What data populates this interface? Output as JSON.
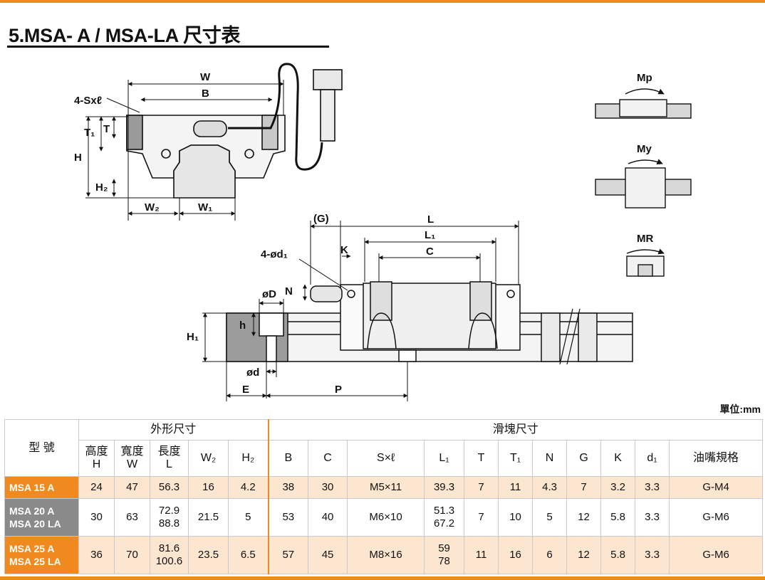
{
  "title": "5.MSA- A / MSA-LA 尺寸表",
  "unit": "單位:mm",
  "dims": {
    "W": "W",
    "B": "B",
    "Sxl": "4-Sxℓ",
    "T1": "T₁",
    "T": "T",
    "H": "H",
    "H2": "H₂",
    "W2": "W₂",
    "W1": "W₁",
    "G": "(G)",
    "L": "L",
    "L1": "L₁",
    "K": "K",
    "C": "C",
    "d1": "4-ød₁",
    "D": "øD",
    "N": "N",
    "H1": "H₁",
    "h": "h",
    "d": "ød",
    "E": "E",
    "P": "P",
    "MP": "Mp",
    "MY": "My",
    "MR": "MR"
  },
  "table": {
    "model_label": "型 號",
    "outer_group": "外形尺寸",
    "block_group": "滑塊尺寸",
    "col_H": [
      "高度",
      "H"
    ],
    "col_W": [
      "寬度",
      "W"
    ],
    "col_L": [
      "長度",
      "L"
    ],
    "col_W2": "W₂",
    "col_H2": "H₂",
    "col_B": "B",
    "col_C": "C",
    "col_Sxl": "S×ℓ",
    "col_L1": "L₁",
    "col_T": "T",
    "col_T1": "T₁",
    "col_N": "N",
    "col_G": "G",
    "col_K": "K",
    "col_d1": "d₁",
    "col_nipple": "油嘴規格",
    "rows": [
      {
        "model": [
          "MSA 15 A"
        ],
        "H": "24",
        "W": "47",
        "L": [
          "56.3"
        ],
        "W2": "16",
        "H2": "4.2",
        "B": "38",
        "C": "30",
        "Sxl": "M5×11",
        "L1": [
          "39.3"
        ],
        "T": "7",
        "T1": "11",
        "N": "4.3",
        "G": "7",
        "K": "3.2",
        "d1": "3.3",
        "nipple": "G-M4"
      },
      {
        "model": [
          "MSA 20 A",
          "MSA 20 LA"
        ],
        "H": "30",
        "W": "63",
        "L": [
          "72.9",
          "88.8"
        ],
        "W2": "21.5",
        "H2": "5",
        "B": "53",
        "C": "40",
        "Sxl": "M6×10",
        "L1": [
          "51.3",
          "67.2"
        ],
        "T": "7",
        "T1": "10",
        "N": "5",
        "G": "12",
        "K": "5.8",
        "d1": "3.3",
        "nipple": "G-M6"
      },
      {
        "model": [
          "MSA 25 A",
          "MSA 25 LA"
        ],
        "H": "36",
        "W": "70",
        "L": [
          "81.6",
          "100.6"
        ],
        "W2": "23.5",
        "H2": "6.5",
        "B": "57",
        "C": "45",
        "Sxl": "M8×16",
        "L1": [
          "59",
          "78"
        ],
        "T": "11",
        "T1": "16",
        "N": "6",
        "G": "12",
        "K": "5.8",
        "d1": "3.3",
        "nipple": "G-M6"
      }
    ]
  }
}
